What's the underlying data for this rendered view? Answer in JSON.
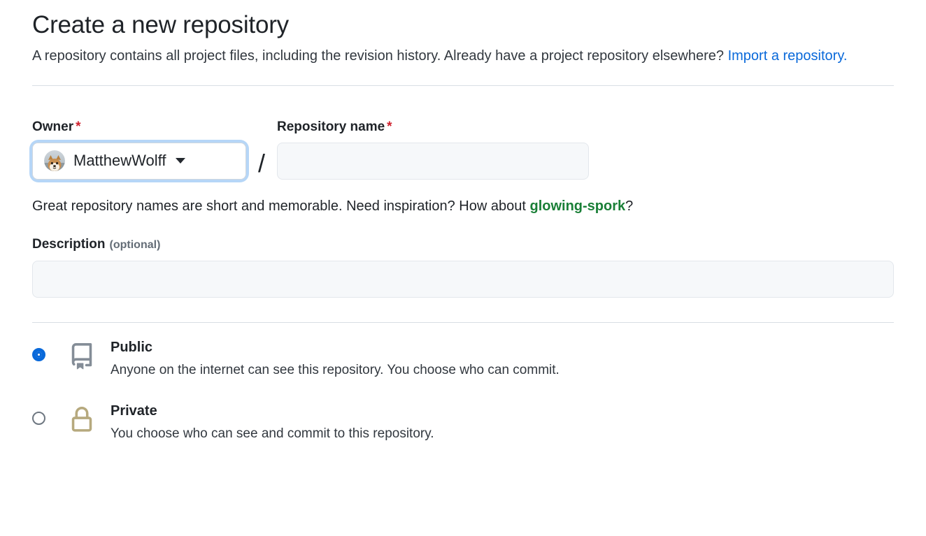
{
  "header": {
    "title": "Create a new repository",
    "subtitle_part1": "A repository contains all project files, including the revision history. Already have a project repository elsewhere? ",
    "import_link_label": "Import a repository."
  },
  "form": {
    "owner": {
      "label": "Owner",
      "required_marker": "*",
      "selected_value": "MatthewWolff",
      "avatar_alt": "user-avatar-dog-photo",
      "caret_icon": "chevron-down-icon"
    },
    "separator": "/",
    "repository_name": {
      "label": "Repository name",
      "required_marker": "*",
      "value": "",
      "placeholder": ""
    },
    "hint": {
      "prefix": "Great repository names are short and memorable. Need inspiration? How about ",
      "suggestion": "glowing-spork",
      "suffix": "?"
    },
    "description": {
      "label": "Description",
      "optional_note": "(optional)",
      "value": "",
      "placeholder": ""
    }
  },
  "visibility": {
    "options": [
      {
        "id": "public",
        "title": "Public",
        "description": "Anyone on the internet can see this repository. You choose who can commit.",
        "icon": "repo-book-icon",
        "selected": true
      },
      {
        "id": "private",
        "title": "Private",
        "description": "You choose who can see and commit to this repository.",
        "icon": "lock-icon",
        "selected": false
      }
    ]
  },
  "colors": {
    "link_blue": "#0969da",
    "required_red": "#cf222e",
    "suggestion_green": "#1a7f37",
    "repo_icon_gray": "#848d97",
    "lock_icon_tan": "#b6a97e",
    "focus_ring": "#b6d6f7",
    "divider": "#d8dee4",
    "input_bg": "#f6f8fa"
  }
}
